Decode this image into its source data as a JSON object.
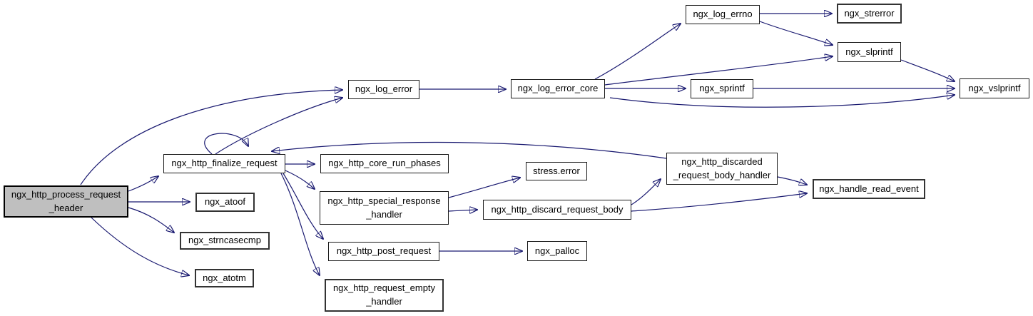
{
  "diagram": {
    "type": "call-graph",
    "background": "#ffffff",
    "edge_color": "#191970",
    "node_fill": "#ffffff",
    "node_border_color": "#000000",
    "highlight_fill": "#bfbfbf",
    "highlighted_node": "ngx_http_process_request_header",
    "nodes": [
      {
        "id": "ngx_http_process_request_header",
        "label": "ngx_http_process_request\n_header",
        "highlighted": true
      },
      {
        "id": "ngx_http_finalize_request",
        "label": "ngx_http_finalize_request",
        "highlighted": false
      },
      {
        "id": "ngx_atoof",
        "label": "ngx_atoof",
        "highlighted": false
      },
      {
        "id": "ngx_strncasecmp",
        "label": "ngx_strncasecmp",
        "highlighted": false
      },
      {
        "id": "ngx_atotm",
        "label": "ngx_atotm",
        "highlighted": false
      },
      {
        "id": "ngx_log_error",
        "label": "ngx_log_error",
        "highlighted": false
      },
      {
        "id": "ngx_http_core_run_phases",
        "label": "ngx_http_core_run_phases",
        "highlighted": false
      },
      {
        "id": "ngx_http_special_response_handler",
        "label": "ngx_http_special_response\n_handler",
        "highlighted": false
      },
      {
        "id": "ngx_http_post_request",
        "label": "ngx_http_post_request",
        "highlighted": false
      },
      {
        "id": "ngx_http_request_empty_handler",
        "label": "ngx_http_request_empty\n_handler",
        "highlighted": false
      },
      {
        "id": "ngx_http_discard_request_body",
        "label": "ngx_http_discard_request_body",
        "highlighted": false
      },
      {
        "id": "stress.error",
        "label": "stress.error",
        "highlighted": false
      },
      {
        "id": "ngx_log_error_core",
        "label": "ngx_log_error_core",
        "highlighted": false
      },
      {
        "id": "ngx_http_discarded_request_body_handler",
        "label": "ngx_http_discarded\n_request_body_handler",
        "highlighted": false
      },
      {
        "id": "ngx_log_errno",
        "label": "ngx_log_errno",
        "highlighted": false
      },
      {
        "id": "ngx_sprintf",
        "label": "ngx_sprintf",
        "highlighted": false
      },
      {
        "id": "ngx_handle_read_event",
        "label": "ngx_handle_read_event",
        "highlighted": false
      },
      {
        "id": "ngx_strerror",
        "label": "ngx_strerror",
        "highlighted": false
      },
      {
        "id": "ngx_slprintf",
        "label": "ngx_slprintf",
        "highlighted": false
      },
      {
        "id": "ngx_palloc",
        "label": "ngx_palloc",
        "highlighted": false
      },
      {
        "id": "ngx_vslprintf",
        "label": "ngx_vslprintf",
        "highlighted": false
      }
    ],
    "edges": [
      {
        "from": "ngx_http_process_request_header",
        "to": "ngx_log_error"
      },
      {
        "from": "ngx_http_process_request_header",
        "to": "ngx_http_finalize_request"
      },
      {
        "from": "ngx_http_process_request_header",
        "to": "ngx_atoof"
      },
      {
        "from": "ngx_http_process_request_header",
        "to": "ngx_strncasecmp"
      },
      {
        "from": "ngx_http_process_request_header",
        "to": "ngx_atotm"
      },
      {
        "from": "ngx_http_finalize_request",
        "to": "ngx_http_finalize_request"
      },
      {
        "from": "ngx_http_finalize_request",
        "to": "ngx_log_error"
      },
      {
        "from": "ngx_http_finalize_request",
        "to": "ngx_http_core_run_phases"
      },
      {
        "from": "ngx_http_finalize_request",
        "to": "ngx_http_special_response_handler"
      },
      {
        "from": "ngx_http_finalize_request",
        "to": "ngx_http_post_request"
      },
      {
        "from": "ngx_http_finalize_request",
        "to": "ngx_http_request_empty_handler"
      },
      {
        "from": "ngx_http_special_response_handler",
        "to": "stress.error"
      },
      {
        "from": "ngx_http_special_response_handler",
        "to": "ngx_http_discard_request_body"
      },
      {
        "from": "ngx_http_discard_request_body",
        "to": "ngx_http_discarded_request_body_handler"
      },
      {
        "from": "ngx_http_discard_request_body",
        "to": "ngx_handle_read_event"
      },
      {
        "from": "ngx_http_discarded_request_body_handler",
        "to": "ngx_http_finalize_request"
      },
      {
        "from": "ngx_http_discarded_request_body_handler",
        "to": "ngx_handle_read_event"
      },
      {
        "from": "ngx_http_post_request",
        "to": "ngx_palloc"
      },
      {
        "from": "ngx_log_error",
        "to": "ngx_log_error_core"
      },
      {
        "from": "ngx_log_error_core",
        "to": "ngx_log_errno"
      },
      {
        "from": "ngx_log_error_core",
        "to": "ngx_slprintf"
      },
      {
        "from": "ngx_log_error_core",
        "to": "ngx_sprintf"
      },
      {
        "from": "ngx_log_error_core",
        "to": "ngx_vslprintf"
      },
      {
        "from": "ngx_log_errno",
        "to": "ngx_strerror"
      },
      {
        "from": "ngx_log_errno",
        "to": "ngx_slprintf"
      },
      {
        "from": "ngx_slprintf",
        "to": "ngx_vslprintf"
      },
      {
        "from": "ngx_sprintf",
        "to": "ngx_vslprintf"
      }
    ]
  }
}
